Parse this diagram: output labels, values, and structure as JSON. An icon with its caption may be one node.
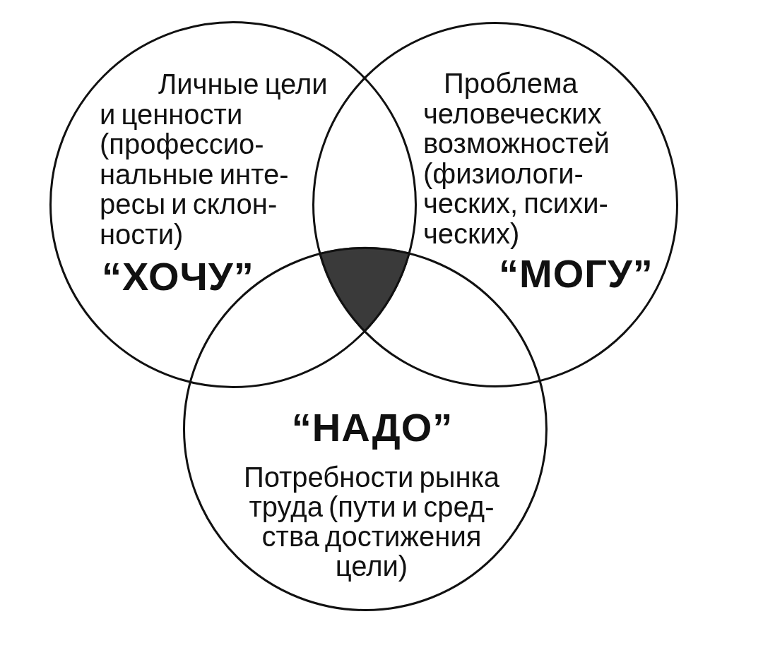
{
  "diagram": {
    "nodes": [
      {
        "text": [
          "Личные цели и ценности (профессио- нальные инте- ресы и склон- ности)",
          "“ХОЧУ”"
        ]
      },
      {
        "text": [
          "Проблема человеческих возможностей (физиологи- ческих, психи- ческих)",
          "“МОГУ”"
        ]
      },
      {
        "text": [
          "“НАДО”",
          "Потребности рынка труда (пути и сред- ства достижения цели)"
        ]
      },
      {
        "text": [],
        "shape": "triangle"
      }
    ]
  }
}
